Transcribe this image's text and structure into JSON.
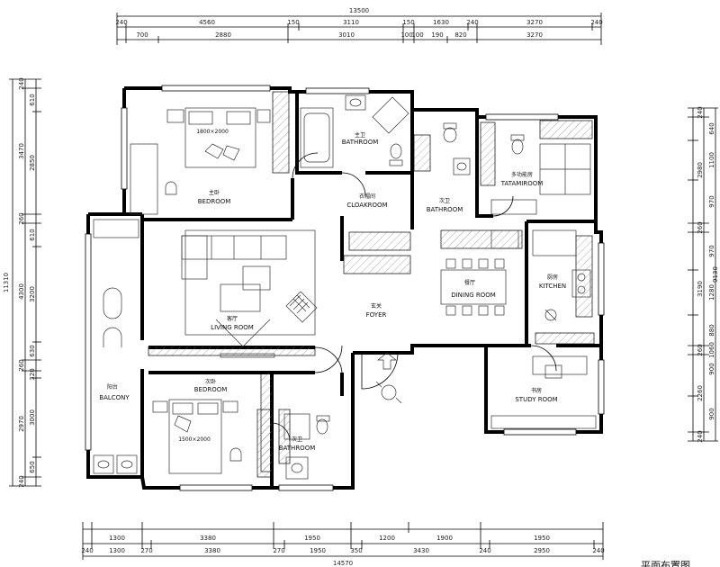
{
  "title": "平面布置图",
  "overall": {
    "top_width": "13500",
    "bottom_width": "14570",
    "left_height": "11310",
    "right_height": "9130"
  },
  "top_row1": [
    "240",
    "4560",
    "150",
    "3110",
    "150",
    "1630",
    "240",
    "3270",
    "240"
  ],
  "top_row2": [
    "700",
    "2880",
    "3010",
    "100",
    "100",
    "190",
    "820",
    "3270"
  ],
  "bottom_row1": [
    "1300",
    "3380",
    "1950",
    "1200",
    "1900",
    "1950"
  ],
  "bottom_row2": [
    "240",
    "1300",
    "270",
    "3380",
    "270",
    "1950",
    "350",
    "3430",
    "240",
    "2950",
    "240"
  ],
  "left_col1": [
    "240",
    "3470",
    "260",
    "4300",
    "260",
    "2970",
    "240"
  ],
  "left_col2": [
    "610",
    "2850",
    "610",
    "3200",
    "630",
    "320",
    "3000",
    "650"
  ],
  "right_col1": [
    "240",
    "2980",
    "260",
    "3190",
    "260",
    "2260",
    "240"
  ],
  "right_col2": [
    "640",
    "1100",
    "970",
    "970",
    "1280",
    "880",
    "1060",
    "900",
    "900"
  ],
  "rooms": {
    "bedroom_master_cn": "主卧",
    "bedroom_master": "BEDROOM",
    "bath1_cn": "主卫",
    "bath1": "BATHROOM",
    "cloak_cn": "衣帽间",
    "cloak": "CLOAKROOM",
    "bath2_cn": "次卫",
    "bath2": "BATHROOM",
    "tatami_cn": "多功能房",
    "tatami": "TATAMIROOM",
    "living_cn": "客厅",
    "living": "LIVING ROOM",
    "foyer_cn": "玄关",
    "foyer": "FOYER",
    "dining_cn": "餐厅",
    "dining": "DINING ROOM",
    "kitchen_cn": "厨房",
    "kitchen": "KITCHEN",
    "balcony_cn": "阳台",
    "balcony": "BALCONY",
    "bedroom2_cn": "次卧",
    "bedroom2": "BEDROOM",
    "bath3_cn": "次卫",
    "bath3": "BATHROOM",
    "study_cn": "书房",
    "study": "STUDY ROOM"
  },
  "bed1_size": "1800×2000",
  "bed2_size": "1500×2000"
}
